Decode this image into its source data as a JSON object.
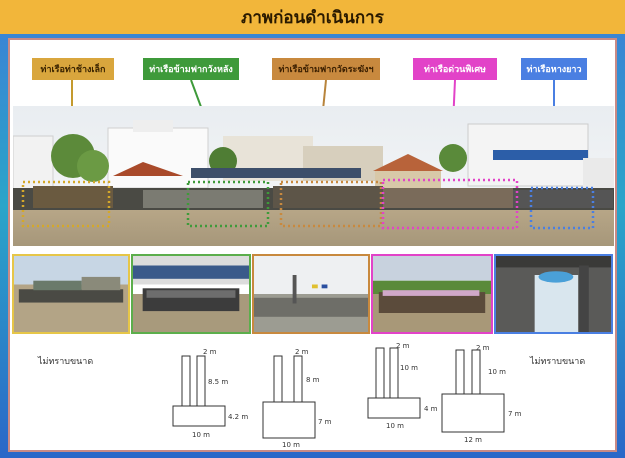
{
  "header": {
    "title": "ภาพก่อนดำเนินการ"
  },
  "piers": [
    {
      "label": "ท่าเรือท่าช้างเล็ก",
      "color": "#d9a63d",
      "size_note": "ไม่ทราบขนาด"
    },
    {
      "label": "ท่าเรือข้ามฟากวังหลัง",
      "color": "#3e9a3a",
      "dims": {
        "post_width": "2 m",
        "post_height": "8.5 m",
        "base_height": "4.2 m",
        "base_width": "10 m"
      }
    },
    {
      "label": "ท่าเรือข้ามฟากวัดระฆังฯ",
      "color": "#c8893e",
      "dims": {
        "post_width": "2 m",
        "post_height": "8 m",
        "base_height": "7 m",
        "base_width": "10 m"
      }
    },
    {
      "label": "ท่าเรือด่วนพิเศษ",
      "color": "#e243c8",
      "dims": {
        "post_width": "2 m",
        "post_height": "10 m",
        "base_height": "4 m",
        "base_width": "10 m"
      }
    },
    {
      "label": "ท่าเรือหางยาว",
      "color": "#4a7fe2",
      "size_note": "ไม่ทราบขนาด",
      "dims": {
        "post_width": "2 m",
        "post_height": "10 m",
        "base_height": "7 m",
        "base_width": "12 m"
      }
    }
  ]
}
